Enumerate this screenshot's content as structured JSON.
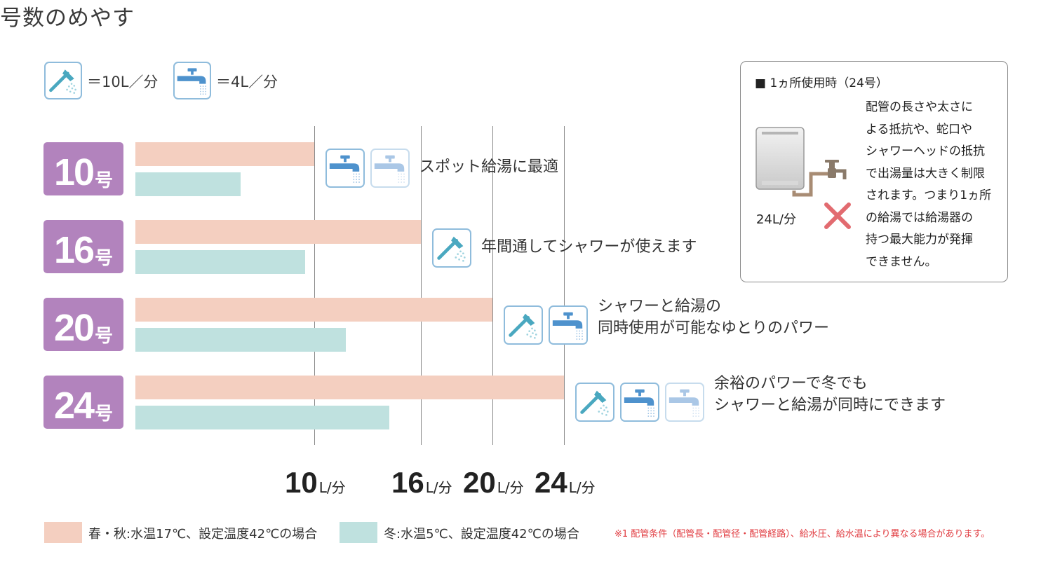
{
  "page_title": "号数のめやす",
  "icon_legend": [
    {
      "icon": "shower-icon",
      "label": "＝10L／分"
    },
    {
      "icon": "faucet-icon",
      "label": "＝4L／分"
    }
  ],
  "colors": {
    "badge": "#b283bd",
    "spring_autumn_bar": "#f4cfc0",
    "winter_bar": "#bfe1df",
    "icon_border": "#8fbcdc",
    "icon_blue": "#4e92cd",
    "shower_teal": "#4aa8c0",
    "faucet_faded": "#aac7e6",
    "footnote_red": "#e0393e"
  },
  "chart_data": {
    "type": "bar",
    "orientation": "horizontal",
    "categories": [
      "10号",
      "16号",
      "20号",
      "24号"
    ],
    "series": [
      {
        "name": "春・秋:水温17℃、設定温度42℃の場合",
        "values": [
          10,
          16,
          20,
          24
        ]
      },
      {
        "name": "冬:水温5℃、設定温度42℃の場合",
        "values": [
          5.9,
          9.5,
          11.8,
          14.2
        ]
      }
    ],
    "xlim": [
      0,
      24
    ],
    "x_ticks": [
      {
        "value": 10,
        "label": "10",
        "unit": "L/分"
      },
      {
        "value": 16,
        "label": "16",
        "unit": "L/分"
      },
      {
        "value": 20,
        "label": "20",
        "unit": "L/分"
      },
      {
        "value": 24,
        "label": "24",
        "unit": "L/分"
      }
    ],
    "grid": true,
    "legend_position": "bottom",
    "rows": [
      {
        "num": "10",
        "suffix": "号",
        "icons": [
          "faucet-icon",
          "faucet-faded-icon"
        ],
        "lines": [
          "スポット給湯に最適"
        ]
      },
      {
        "num": "16",
        "suffix": "号",
        "icons": [
          "shower-icon"
        ],
        "lines": [
          "年間通してシャワーが使えます"
        ]
      },
      {
        "num": "20",
        "suffix": "号",
        "icons": [
          "shower-icon",
          "faucet-icon"
        ],
        "lines": [
          "シャワーと給湯の",
          "同時使用が可能なゆとりのパワー"
        ]
      },
      {
        "num": "24",
        "suffix": "号",
        "icons": [
          "shower-icon",
          "faucet-icon",
          "faucet-faded-icon"
        ],
        "lines": [
          "余裕のパワーで冬でも",
          "シャワーと給湯が同時にできます"
        ]
      }
    ]
  },
  "info_box": {
    "heading": "■ 1ヵ所使用時（24号）",
    "flow_label": "24L/分",
    "lines": [
      "配管の長さや太さに",
      "よる抵抗や、蛇口や",
      "シャワーヘッドの抵抗",
      "で出湯量は大きく制限",
      "されます。つまり1ヵ所",
      "の給湯では給湯器の",
      "持つ最大能力が発揮",
      "できません。"
    ]
  },
  "footer": {
    "legend": [
      {
        "label": "春・秋:水温17℃、設定温度42℃の場合"
      },
      {
        "label": "冬:水温5℃、設定温度42℃の場合"
      }
    ],
    "note": "※1 配管条件（配管長・配管径・配管経路）、給水圧、給水温により異なる場合があります。"
  }
}
